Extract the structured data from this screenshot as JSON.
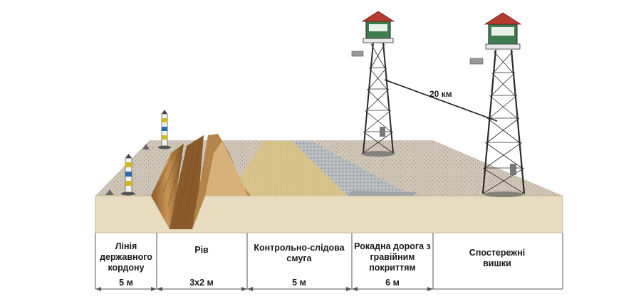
{
  "distance_label": "20 км",
  "zones": [
    {
      "name_lines": [
        "Лінія",
        "державного",
        "кордону"
      ],
      "size": "5 м"
    },
    {
      "name_lines": [
        "Рів"
      ],
      "size": "3х2 м"
    },
    {
      "name_lines": [
        "Контрольно-слідова",
        "смуга"
      ],
      "size": "5 м"
    },
    {
      "name_lines": [
        "Рокадна дорога з",
        "гравійним",
        "покриттям"
      ],
      "size": "6 м"
    },
    {
      "name_lines": [
        "Спостережні",
        "вишки"
      ],
      "size": ""
    }
  ],
  "colors": {
    "ground_top": "#cfc6b8",
    "ground_front": "#e8dcc0",
    "trench": "#a5713a",
    "control_strip": "#d8c48c",
    "gravel_road": "#b8bcbf",
    "tower_frame": "#2a2a2a",
    "tower_cabin": "#3f7d4f",
    "tower_roof": "#b53a2f"
  }
}
